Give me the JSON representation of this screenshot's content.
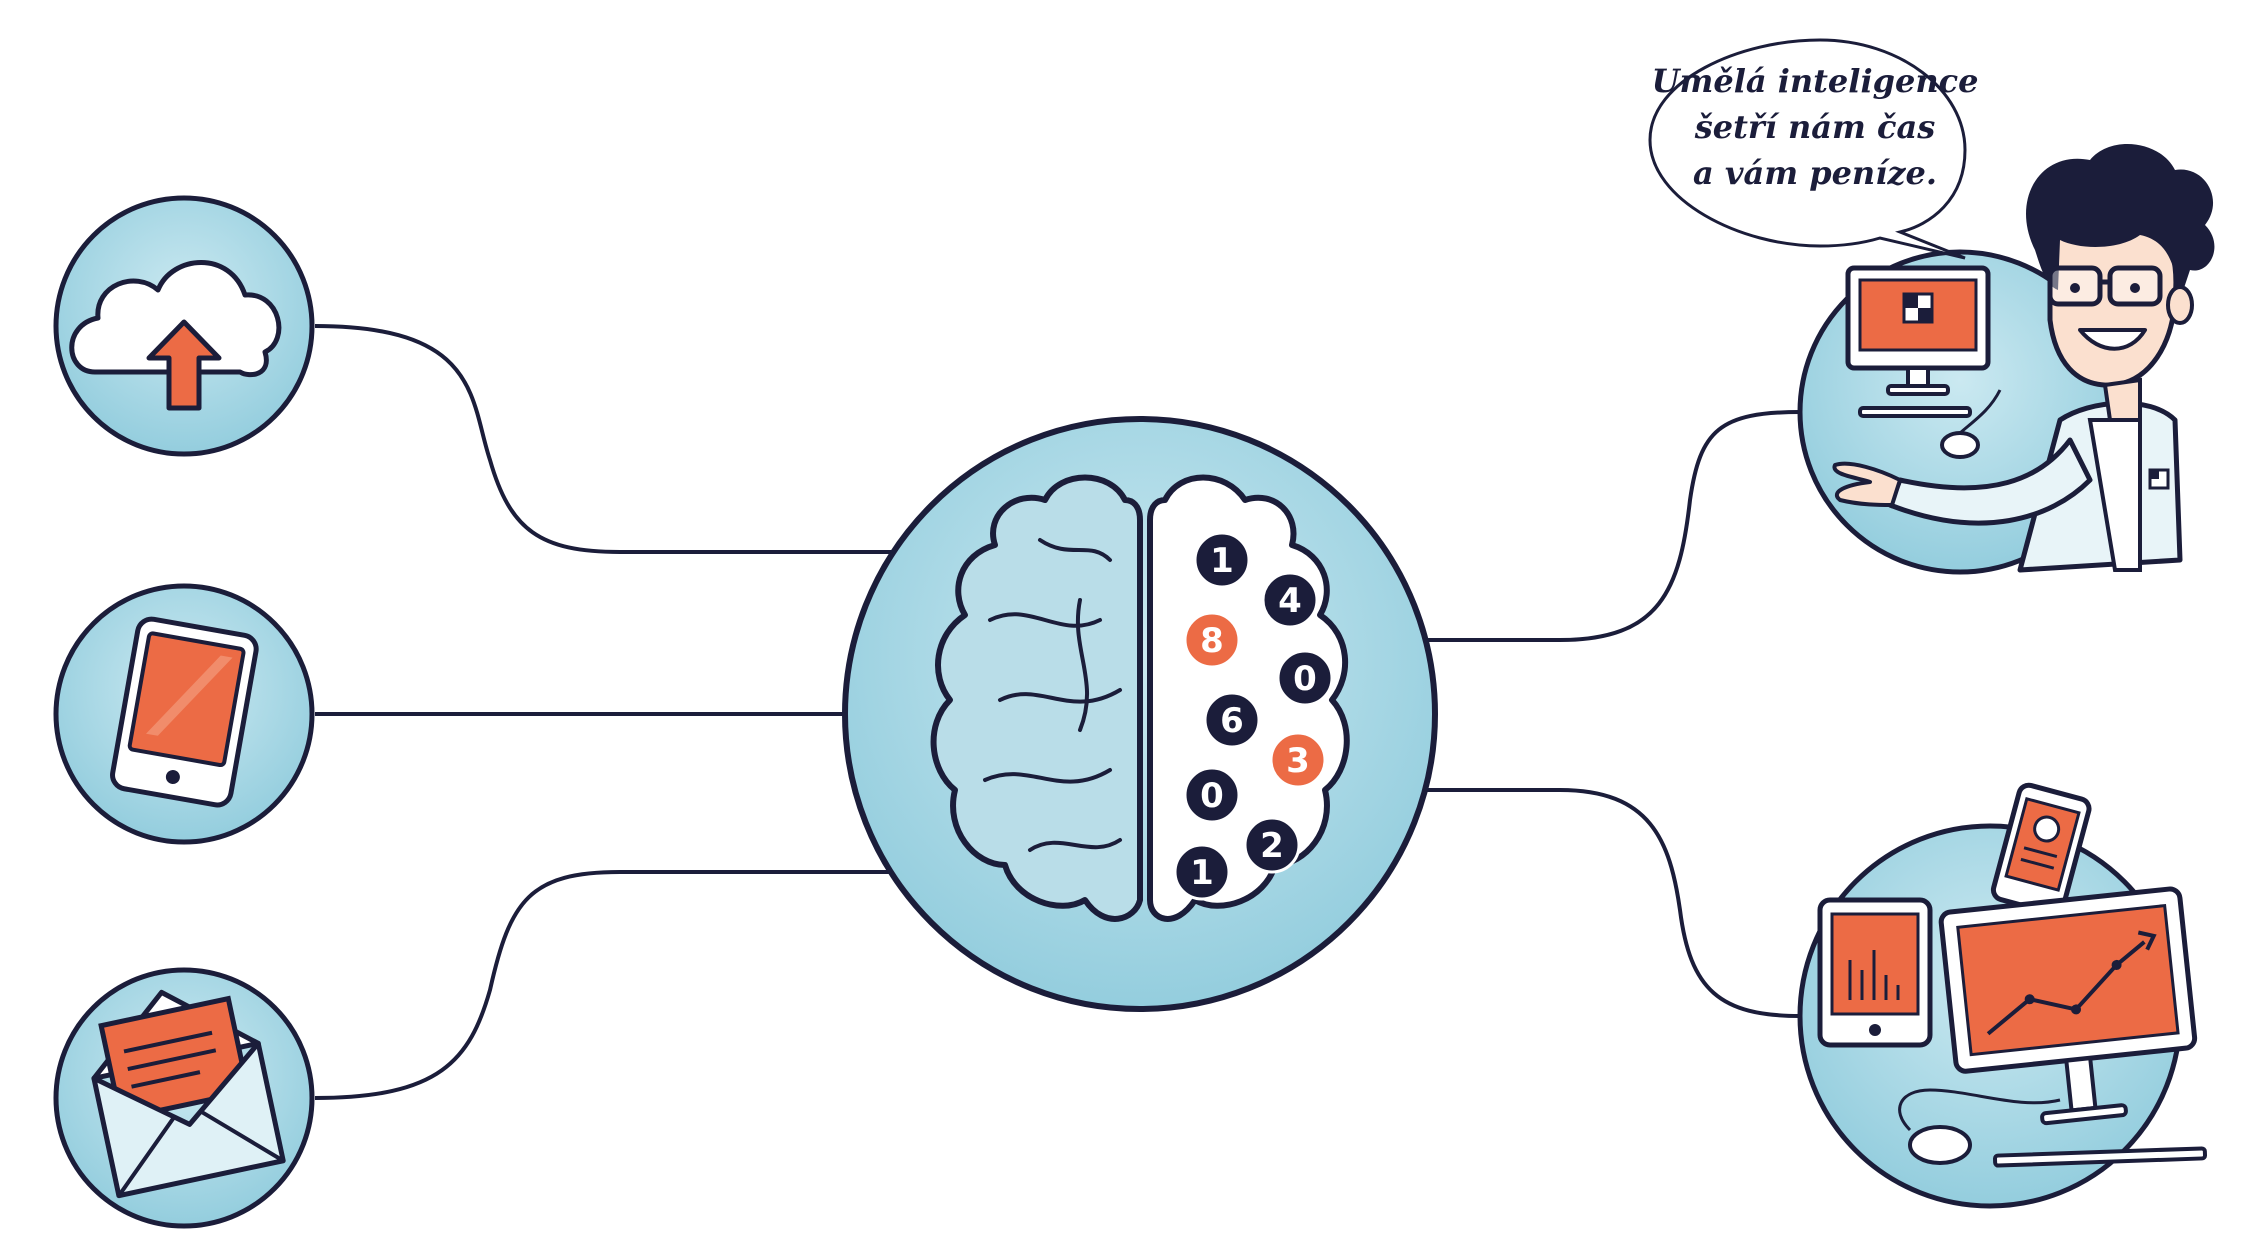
{
  "speech_bubble": {
    "line1": "Umělá inteligence",
    "line2": "šetří nám čas",
    "line3": "a vám peníze."
  },
  "brain_digits": [
    {
      "label": "1",
      "accent": false
    },
    {
      "label": "4",
      "accent": false
    },
    {
      "label": "8",
      "accent": true
    },
    {
      "label": "0",
      "accent": false
    },
    {
      "label": "6",
      "accent": false
    },
    {
      "label": "3",
      "accent": true
    },
    {
      "label": "0",
      "accent": false
    },
    {
      "label": "2",
      "accent": false
    },
    {
      "label": "1",
      "accent": false
    }
  ],
  "icons": {
    "left": [
      "cloud-upload-icon",
      "tablet-icon",
      "envelope-icon"
    ],
    "center": "brain-icon",
    "right": [
      "scientist-at-computer-icon",
      "devices-analytics-icon"
    ]
  },
  "colors": {
    "outline": "#1b1d3a",
    "circle_fill": "#a9d8e6",
    "circle_fill_light": "#cbe9f1",
    "accent": "#ec6b45",
    "brain_fill": "#b9dde8",
    "white": "#ffffff"
  }
}
